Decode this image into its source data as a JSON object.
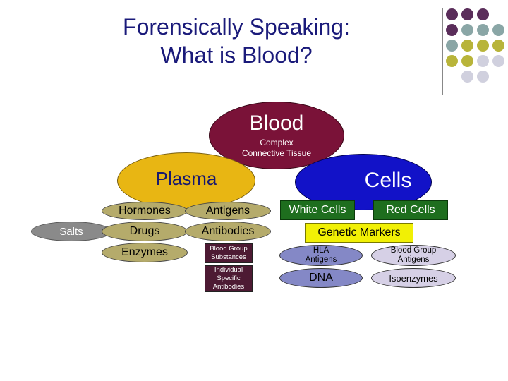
{
  "title": {
    "line1": "Forensically Speaking:",
    "line2": "What is Blood?"
  },
  "colors": {
    "blood": "#7a1238",
    "plasma": "#e8b613",
    "cells": "#1212c8",
    "olive": "#b5ab6b",
    "lilac": "#d6d0e6",
    "dark_purple": "#4d1a33",
    "green": "#1e6e1e",
    "yellow": "#f1f005"
  },
  "blood": {
    "label": "Blood",
    "sub1": "Complex",
    "sub2": "Connective Tissue"
  },
  "plasma": {
    "label": "Plasma"
  },
  "cells": {
    "label": "Cells"
  },
  "salts": {
    "label": "Salts"
  },
  "plasma_items": {
    "hormones": "Hormones",
    "drugs": "Drugs",
    "enzymes": "Enzymes",
    "antigens": "Antigens",
    "antibodies": "Antibodies"
  },
  "plasma_small": {
    "blood_group_1": "Blood Group",
    "blood_group_2": "Substances",
    "individual_1": "Individual",
    "individual_2": "Specific",
    "individual_3": "Antibodies"
  },
  "cell_types": {
    "white": "White Cells",
    "red": "Red Cells"
  },
  "genetic": {
    "label": "Genetic Markers"
  },
  "markers": {
    "hla_1": "HLA",
    "hla_2": "Antigens",
    "bg_1": "Blood Group",
    "bg_2": "Antigens",
    "dna": "DNA",
    "iso": "Isoenzymes"
  }
}
